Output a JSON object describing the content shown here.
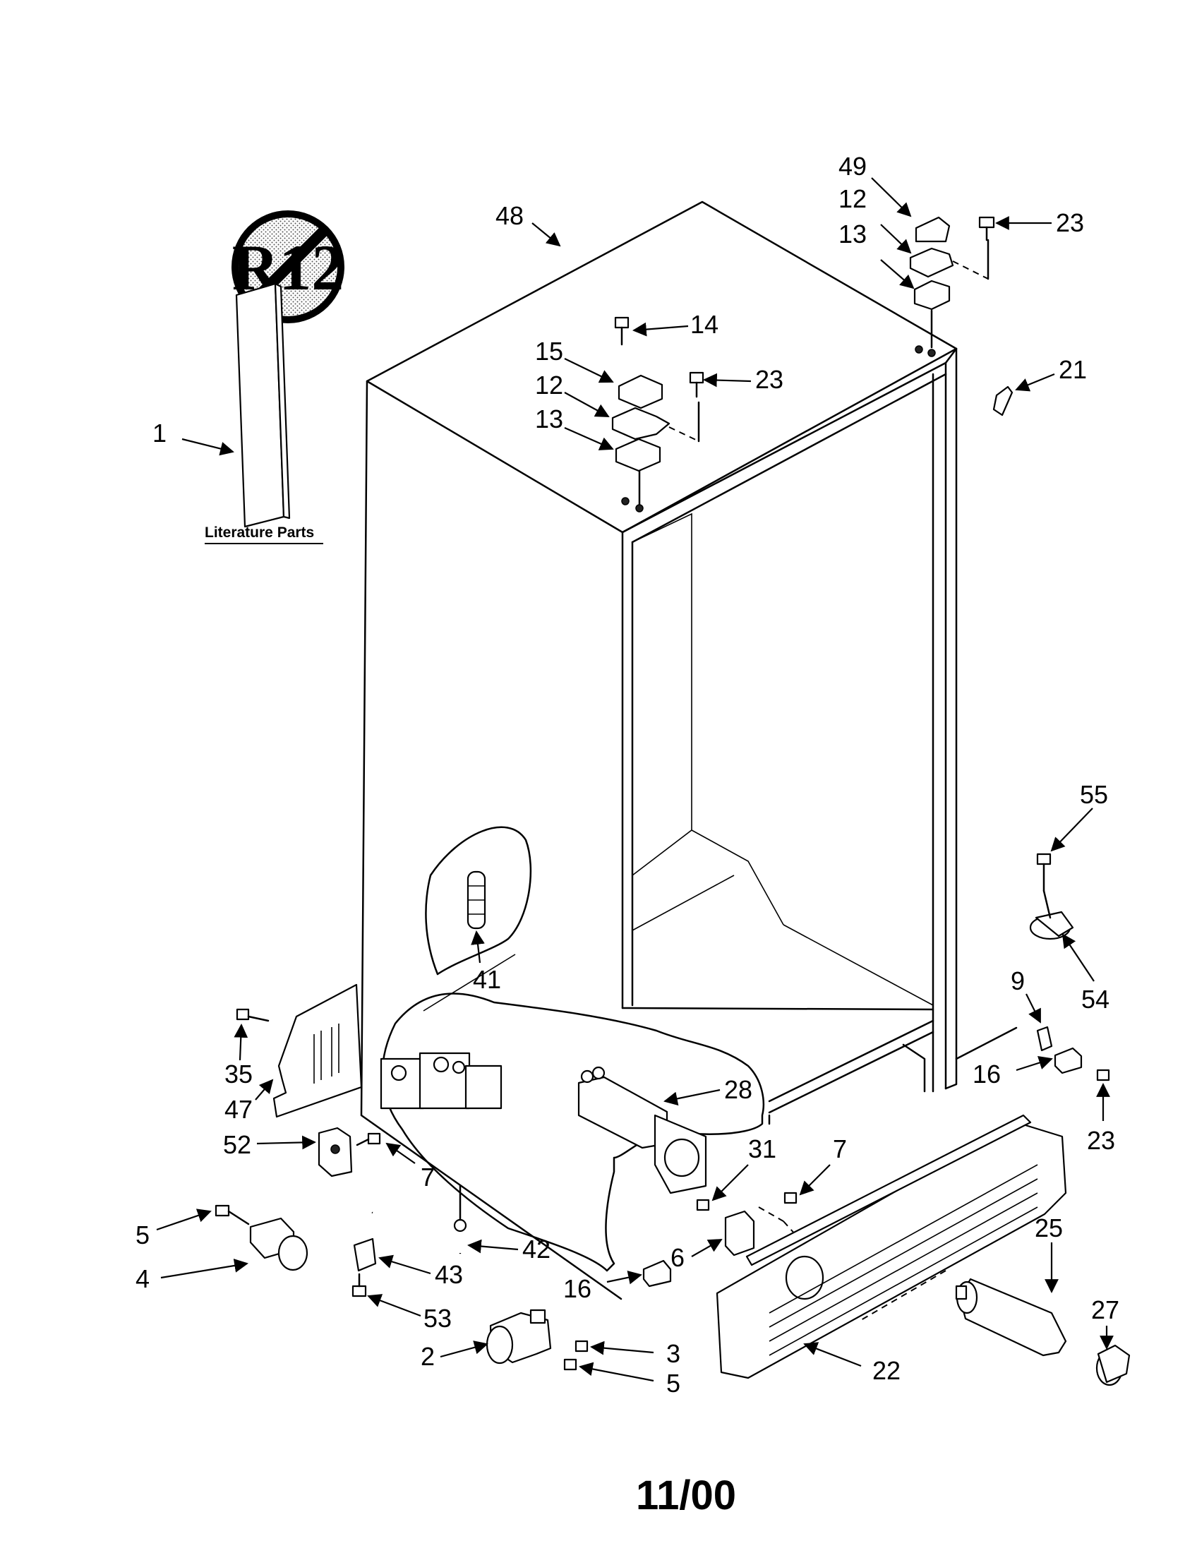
{
  "literature": {
    "label": "Literature Parts"
  },
  "logo": {
    "text": "R12",
    "icon": "no-r12-refrigerant-icon"
  },
  "footer": {
    "date": "11/00"
  },
  "callouts": [
    {
      "id": "c49",
      "label": "49"
    },
    {
      "id": "c12a",
      "label": "12"
    },
    {
      "id": "c13a",
      "label": "13"
    },
    {
      "id": "c23a",
      "label": "23"
    },
    {
      "id": "c48",
      "label": "48"
    },
    {
      "id": "c14",
      "label": "14"
    },
    {
      "id": "c15",
      "label": "15"
    },
    {
      "id": "c12b",
      "label": "12"
    },
    {
      "id": "c13b",
      "label": "13"
    },
    {
      "id": "c23b",
      "label": "23"
    },
    {
      "id": "c21",
      "label": "21"
    },
    {
      "id": "c1",
      "label": "1"
    },
    {
      "id": "c55",
      "label": "55"
    },
    {
      "id": "c41",
      "label": "41"
    },
    {
      "id": "c9",
      "label": "9"
    },
    {
      "id": "c54",
      "label": "54"
    },
    {
      "id": "c35",
      "label": "35"
    },
    {
      "id": "c47",
      "label": "47"
    },
    {
      "id": "c28",
      "label": "28"
    },
    {
      "id": "c16a",
      "label": "16"
    },
    {
      "id": "c23c",
      "label": "23"
    },
    {
      "id": "c52",
      "label": "52"
    },
    {
      "id": "c7a",
      "label": "7"
    },
    {
      "id": "c31",
      "label": "31"
    },
    {
      "id": "c7b",
      "label": "7"
    },
    {
      "id": "c5a",
      "label": "5"
    },
    {
      "id": "c4",
      "label": "4"
    },
    {
      "id": "c42",
      "label": "42"
    },
    {
      "id": "c6",
      "label": "6"
    },
    {
      "id": "c25",
      "label": "25"
    },
    {
      "id": "c27",
      "label": "27"
    },
    {
      "id": "c43",
      "label": "43"
    },
    {
      "id": "c16b",
      "label": "16"
    },
    {
      "id": "c53",
      "label": "53"
    },
    {
      "id": "c3",
      "label": "3"
    },
    {
      "id": "c2",
      "label": "2"
    },
    {
      "id": "c5b",
      "label": "5"
    },
    {
      "id": "c22",
      "label": "22"
    }
  ]
}
